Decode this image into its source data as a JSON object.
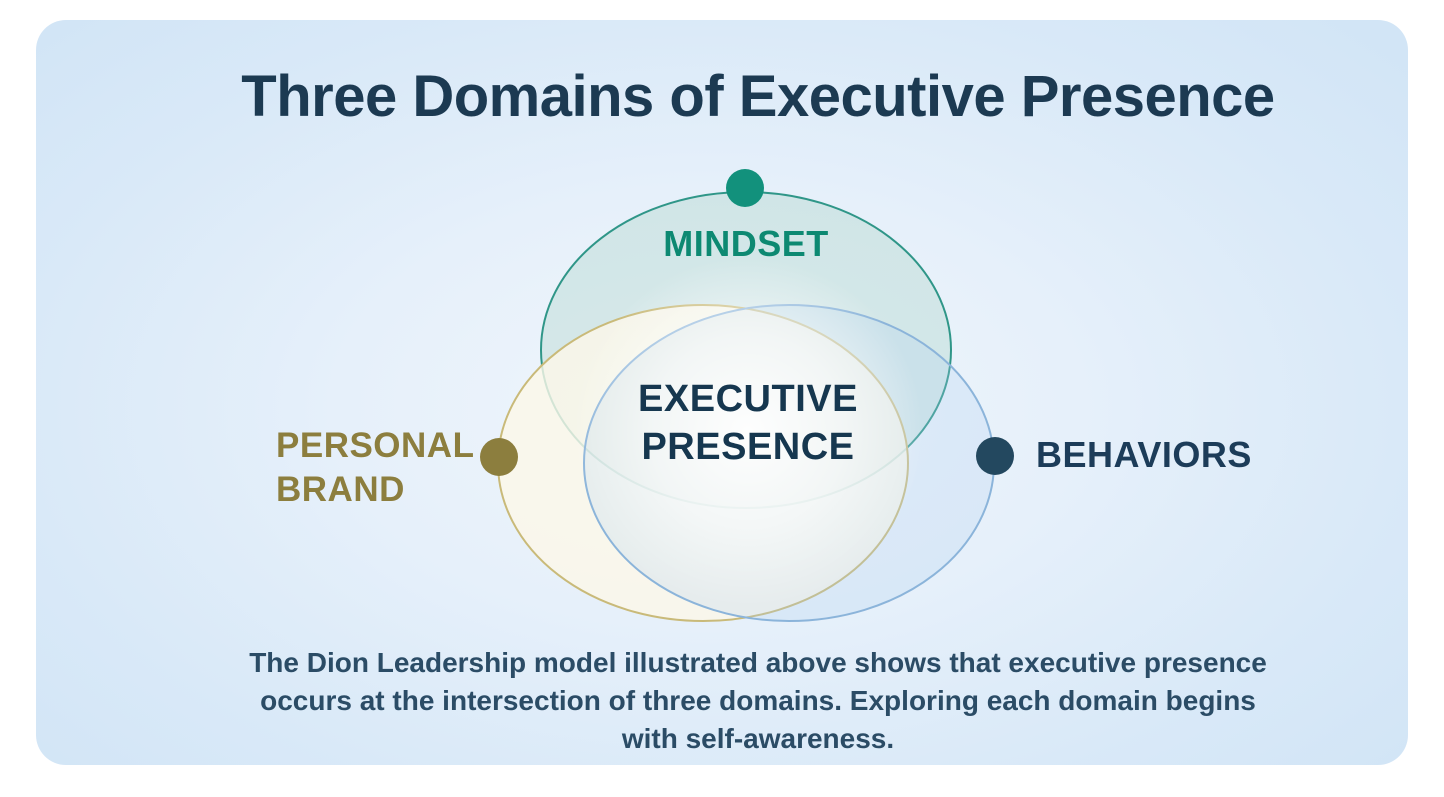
{
  "title": "Three Domains of Executive Presence",
  "diagram": {
    "center_label": {
      "line1": "EXECUTIVE",
      "line2": "PRESENCE"
    },
    "domains": [
      {
        "id": "mindset",
        "label": "MINDSET",
        "text_color": "#0d8972",
        "dot_color": "#12917c",
        "ring_color": "#2f9688"
      },
      {
        "id": "personal-brand",
        "label": "PERSONAL BRAND",
        "line1": "PERSONAL",
        "line2": "BRAND",
        "text_color": "#8c7e3e",
        "dot_color": "#8c7e3e",
        "ring_color": "#c9ba79"
      },
      {
        "id": "behaviors",
        "label": "BEHAVIORS",
        "text_color": "#1c3c59",
        "dot_color": "#23485f",
        "ring_color": "#8bb4da"
      }
    ]
  },
  "caption": {
    "line1": "The Dion Leadership model illustrated above shows that executive presence",
    "line2": "occurs at the intersection of three domains. Exploring each domain begins",
    "line3": "with self-awareness."
  },
  "colors": {
    "card_background": "#d9e9f8",
    "title_text": "#1c3a52",
    "center_text": "#16374f",
    "caption_text": "#2b4c66"
  }
}
